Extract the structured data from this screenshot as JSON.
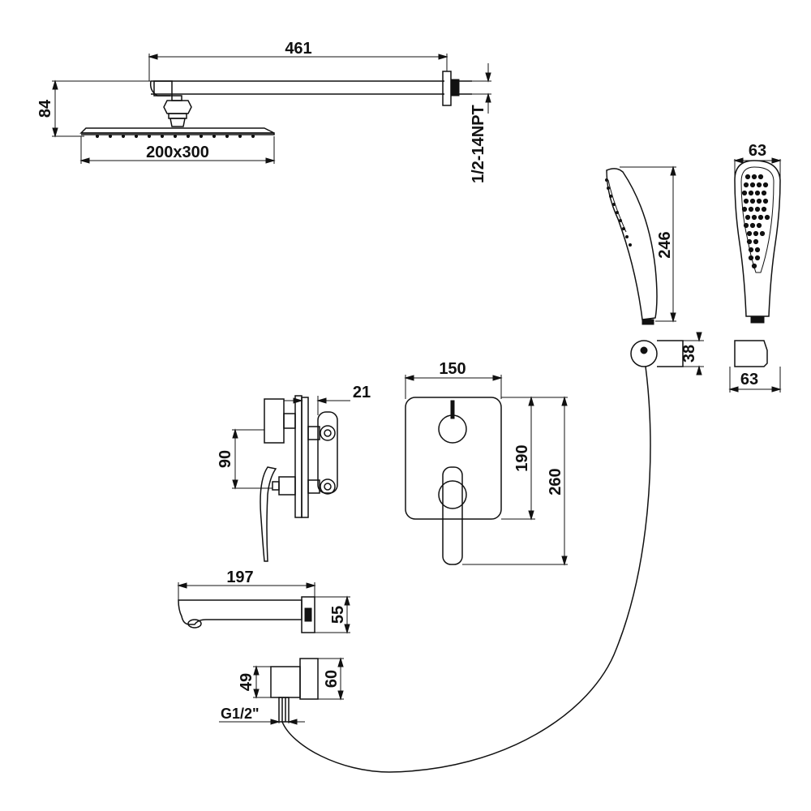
{
  "dimensions": {
    "arm_length": "461",
    "head_drop": "84",
    "head_size": "200x300",
    "thread_npt": "1/2-14NPT",
    "hand_length": "246",
    "hand_width": "63",
    "holder_height": "38",
    "holder_width": "63",
    "valve_depth": "21",
    "handle_gap": "90",
    "plate_width": "150",
    "plate_height": "190",
    "total_height": "260",
    "spout_length": "197",
    "spout_height": "55",
    "outlet_offset": "49",
    "outlet_height": "60",
    "outlet_thread": "G1/2\""
  }
}
